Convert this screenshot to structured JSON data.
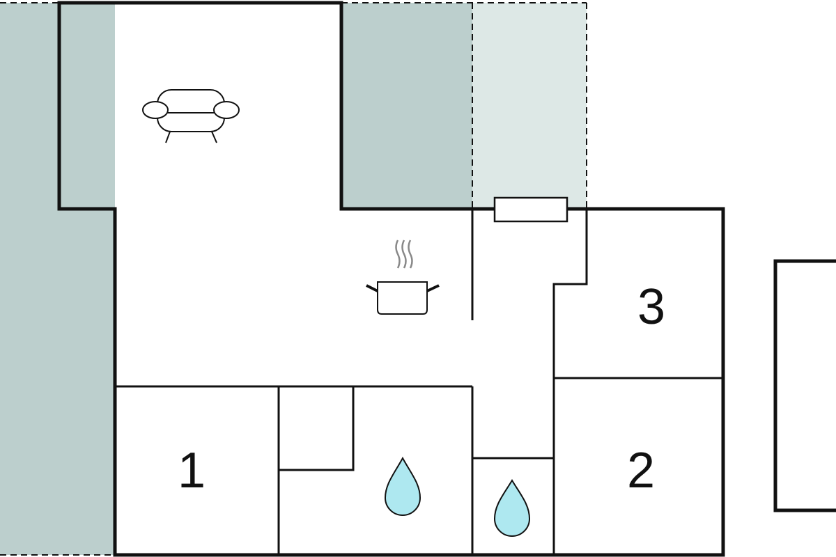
{
  "rooms": {
    "bedroom_1": {
      "label": "1"
    },
    "bedroom_2": {
      "label": "2"
    },
    "bedroom_3": {
      "label": "3"
    }
  },
  "colors": {
    "terrace": "#bccfcd",
    "terrace_light": "#dde8e6",
    "water": "#aee8f0",
    "wall": "#111111"
  },
  "icons": [
    "sofa-icon",
    "cooking-pot-icon",
    "water-drop-icon",
    "water-drop-icon"
  ]
}
